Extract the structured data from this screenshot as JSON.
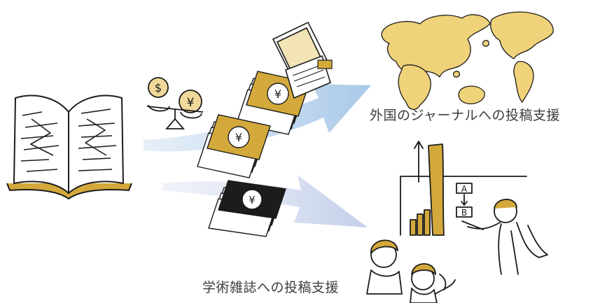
{
  "labels": {
    "foreign_journal_support": "外国のジャーナルへの投稿支援",
    "academic_journal_support": "学術雑誌への投稿支援"
  },
  "icons": {
    "book": "open-book-icon",
    "coins": "coin-scale-icon",
    "money_gold": "banknote-stack-icon",
    "money_black": "banknote-stack-icon",
    "document": "document-envelope-icon",
    "map": "world-map-icon",
    "meeting": "presentation-meeting-icon"
  },
  "colors": {
    "accent_gold": "#d4a93b",
    "arrow_blue": "#b7d1ea",
    "arrow_lavender": "#cdd6ee",
    "ink": "#1c1c1c"
  },
  "currency": {
    "yen": "¥",
    "dollar": "$",
    "chart_a": "A",
    "chart_b": "B"
  }
}
